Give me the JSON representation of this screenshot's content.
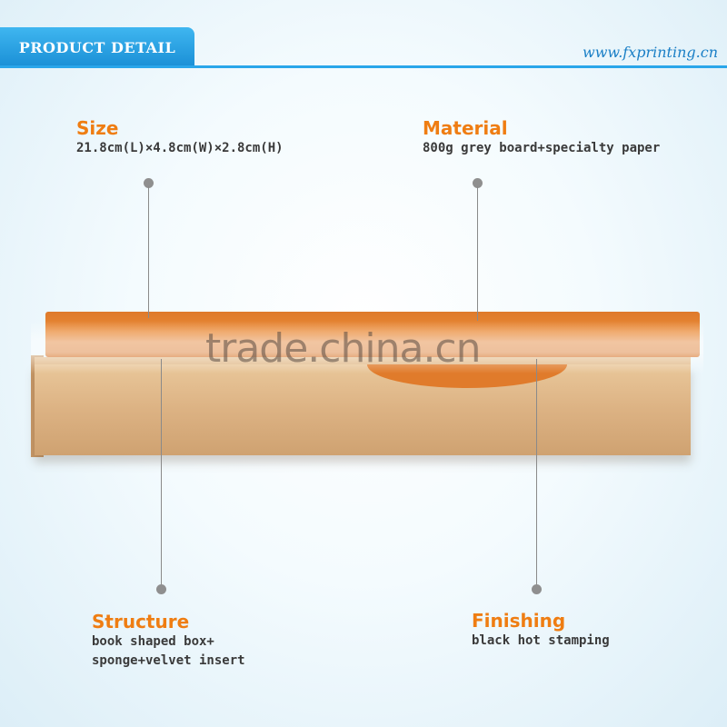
{
  "header": {
    "title": "PRODUCT DETAIL",
    "website": "www.fxprinting.cn"
  },
  "specs": {
    "size": {
      "title": "Size",
      "lines": [
        "21.8cm(L)×4.8cm(W)×2.8cm(H)"
      ]
    },
    "material": {
      "title": "Material",
      "lines": [
        "800g grey board+specialty paper"
      ]
    },
    "structure": {
      "title": "Structure",
      "lines": [
        "book shaped box+",
        "sponge+velvet insert"
      ]
    },
    "finishing": {
      "title": "Finishing",
      "lines": [
        "black hot stamping"
      ]
    }
  },
  "watermark": "trade.china.cn",
  "colors": {
    "accent": "#ef7d12",
    "header": "#2aa6ea",
    "lid": "#e07b2b",
    "body": "#dcb283"
  }
}
